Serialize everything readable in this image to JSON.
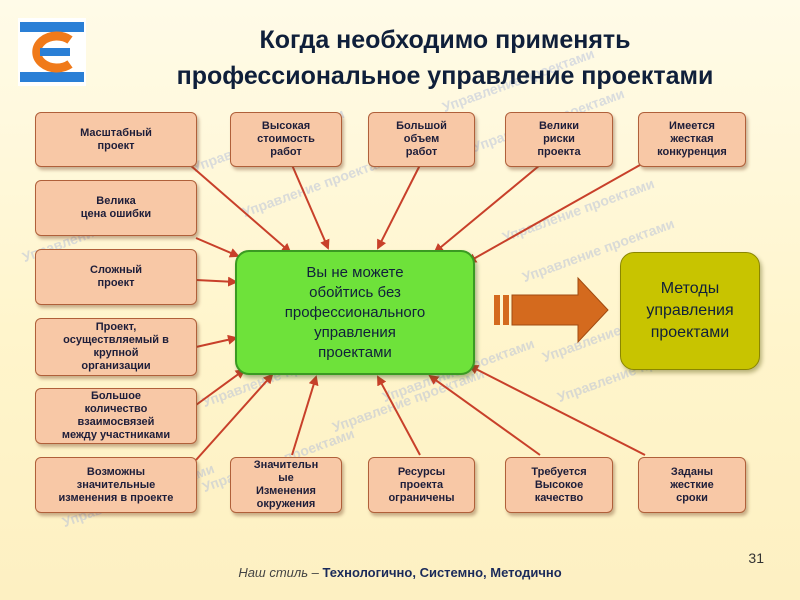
{
  "title_line1": "Когда необходимо применять",
  "title_line2": "профессиональное управление проектами",
  "center_text": "Вы не можете\nобойтись без\nпрофессионального\nуправления\nпроектами",
  "result_text": "Методы\nуправления\nпроектами",
  "watermark_text": "Управление проектами",
  "boxes": {
    "large_scale": "Масштабный\nпроект",
    "high_cost": "Высокая\nстоимость\nработ",
    "large_volume": "Большой\nобъем\nработ",
    "high_risks": "Велики\nриски\nпроекта",
    "competition": "Имеется\nжесткая\nконкуренция",
    "error_cost": "Велика\nцена ошибки",
    "complex": "Сложный\nпроект",
    "large_org": "Проект,\nосуществляемый в\nкрупной\nорганизации",
    "relations": "Большое\nколичество\nвзаимосвязей\nмежду участниками",
    "changes_project": "Возможны\nзначительные\nизменения в проекте",
    "changes_env": "Значительн\nые\nИзменения\nокружения",
    "limited_resources": "Ресурсы\nпроекта\nограничены",
    "high_quality": "Требуется\nВысокое\nкачество",
    "strict_deadlines": "Заданы\nжесткие\nсроки"
  },
  "page_number": "31",
  "footer_prefix": "Наш стиль – ",
  "footer_bold": "Технологично, Системно, Методично",
  "colors": {
    "box_fill": "#f8c8a6",
    "center_fill": "#6ee23a",
    "result_fill": "#c8c400",
    "arrow": "#c8402a",
    "big_arrow": "#d46a1e",
    "logo_blue": "#2a7fd6",
    "logo_orange": "#f07a1a"
  }
}
